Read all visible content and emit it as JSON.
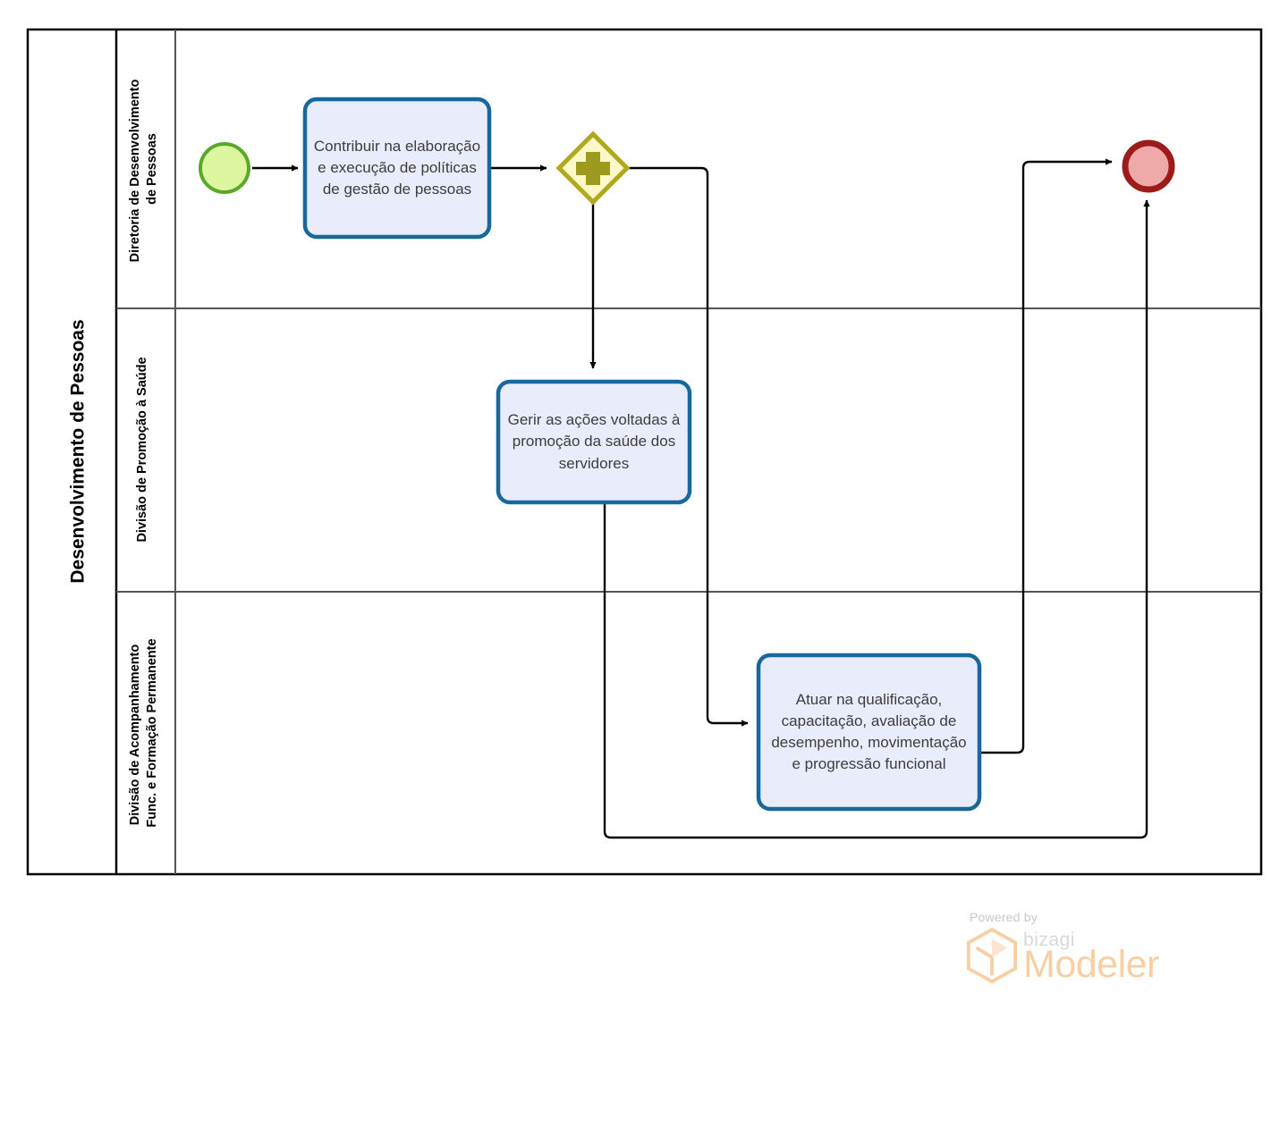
{
  "pool": {
    "title": "Desenvolvimento de Pessoas",
    "lanes": [
      {
        "id": "lane-diretoria",
        "label": "Diretoria de Desenvolvimento de Pessoas"
      },
      {
        "id": "lane-promocao-saude",
        "label": "Divisão de Promoção à Saúde"
      },
      {
        "id": "lane-acompanhamento",
        "label": "Divisão de Acompanhamento Func. e Formação Permanente"
      }
    ]
  },
  "nodes": {
    "start_event": {
      "type": "start-event",
      "label": ""
    },
    "task1": {
      "type": "task",
      "label": "Contribuir na elaboração e execução de políticas de gestão de pessoas"
    },
    "gateway": {
      "type": "parallel-gateway",
      "label": "",
      "symbol": "+"
    },
    "task2": {
      "type": "task",
      "label": "Gerir as ações voltadas à promoção da saúde dos servidores"
    },
    "task3": {
      "type": "task",
      "label": "Atuar na qualificação, capacitação, avaliação de desempenho, movimentação e progressão funcional"
    },
    "end_event": {
      "type": "end-event",
      "label": ""
    }
  },
  "watermark": {
    "powered_by": "Powered by",
    "brand": "bizagi",
    "product": "Modeler"
  },
  "colors": {
    "task_fill": "#e9edfb",
    "task_stroke": "#19689b",
    "start_fill": "#ddf7a0",
    "start_stroke": "#5aa72b",
    "end_fill": "#efa9a9",
    "end_stroke": "#9e1b1b",
    "gateway_fill": "#fcf8c8",
    "gateway_stroke": "#b0a821",
    "gateway_symbol": "#9e9a1e",
    "lane_line": "#555555",
    "pool_line": "#000000",
    "flow_line": "#000000",
    "watermark_orange": "#f7cfa3"
  }
}
